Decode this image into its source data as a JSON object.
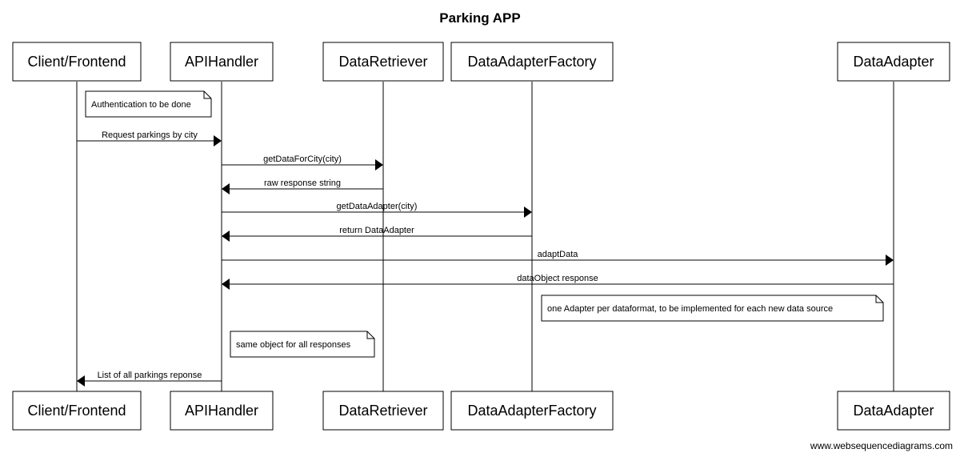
{
  "title": "Parking APP",
  "participants": [
    {
      "id": "client",
      "label": "Client/Frontend"
    },
    {
      "id": "api",
      "label": "APIHandler"
    },
    {
      "id": "retriever",
      "label": "DataRetriever"
    },
    {
      "id": "factory",
      "label": "DataAdapterFactory"
    },
    {
      "id": "adapter",
      "label": "DataAdapter"
    }
  ],
  "messages": [
    {
      "from": "client",
      "to": "api",
      "label": "Request parkings by city"
    },
    {
      "from": "api",
      "to": "retriever",
      "label": "getDataForCity(city)"
    },
    {
      "from": "retriever",
      "to": "api",
      "label": "raw response string"
    },
    {
      "from": "api",
      "to": "factory",
      "label": "getDataAdapter(city)"
    },
    {
      "from": "factory",
      "to": "api",
      "label": "return DataAdapter"
    },
    {
      "from": "api",
      "to": "adapter",
      "label": "adaptData"
    },
    {
      "from": "adapter",
      "to": "api",
      "label": "dataObject response"
    },
    {
      "from": "api",
      "to": "client",
      "label": "List of all parkings reponse"
    }
  ],
  "notes": [
    {
      "text": "Authentication to be done"
    },
    {
      "text": "one Adapter per dataformat, to be implemented for each new data source"
    },
    {
      "text": "same object for all responses"
    }
  ],
  "footer": "www.websequencediagrams.com"
}
